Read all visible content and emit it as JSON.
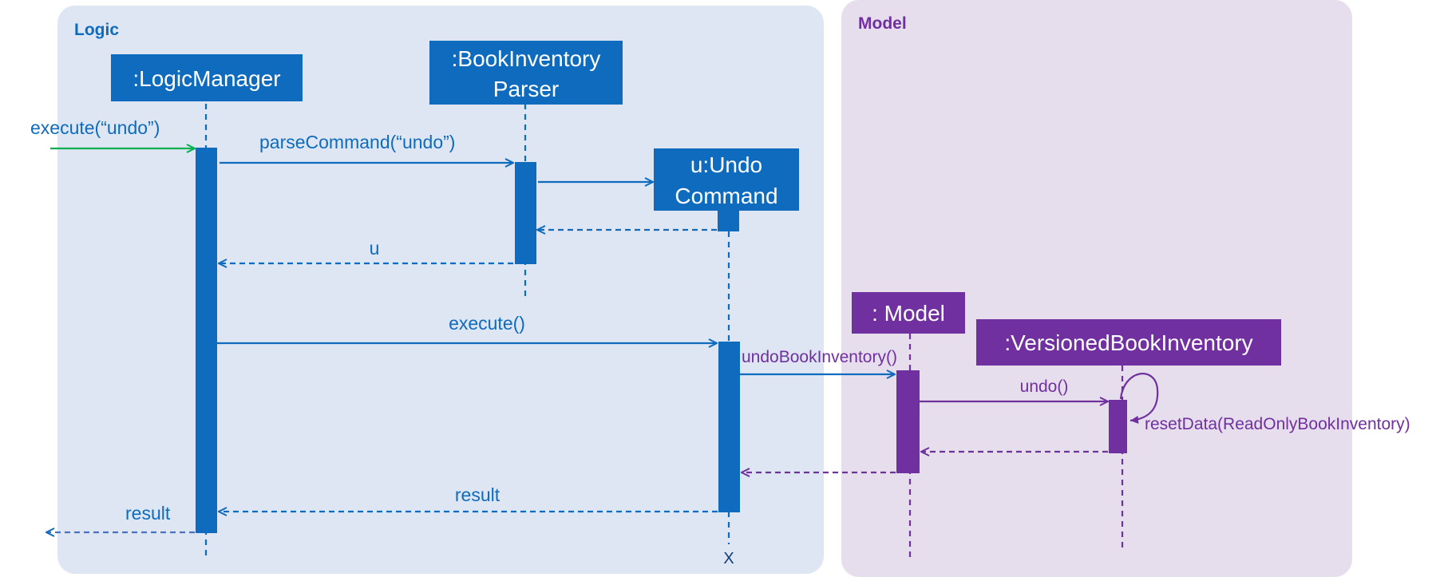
{
  "frames": {
    "logic": {
      "title": "Logic"
    },
    "model": {
      "title": "Model"
    }
  },
  "participants": {
    "logic_manager": {
      "label": ":LogicManager"
    },
    "parser": {
      "label_line1": ":BookInventory",
      "label_line2": "Parser"
    },
    "undo_command": {
      "label_line1": "u:Undo",
      "label_line2": "Command"
    },
    "model": {
      "label": ": Model"
    },
    "versioned": {
      "label": ":VersionedBookInventory"
    }
  },
  "messages": {
    "execute_undo": "execute(“undo”)",
    "parse_command": "parseCommand(“undo”)",
    "return_u": "u",
    "execute": "execute()",
    "undo_book_inventory": "undoBookInventory()",
    "undo": "undo()",
    "reset_data": "resetData(ReadOnlyBookInventory)",
    "result_inner": "result",
    "result_outer": "result"
  },
  "destroy_marker": "X",
  "colors": {
    "logic_frame_bg": "#DDE6F2",
    "model_frame_bg": "#E6DEEC",
    "logic_blue": "#0E6BBE",
    "model_purple": "#7030A0",
    "found_message_green": "#00B050"
  }
}
